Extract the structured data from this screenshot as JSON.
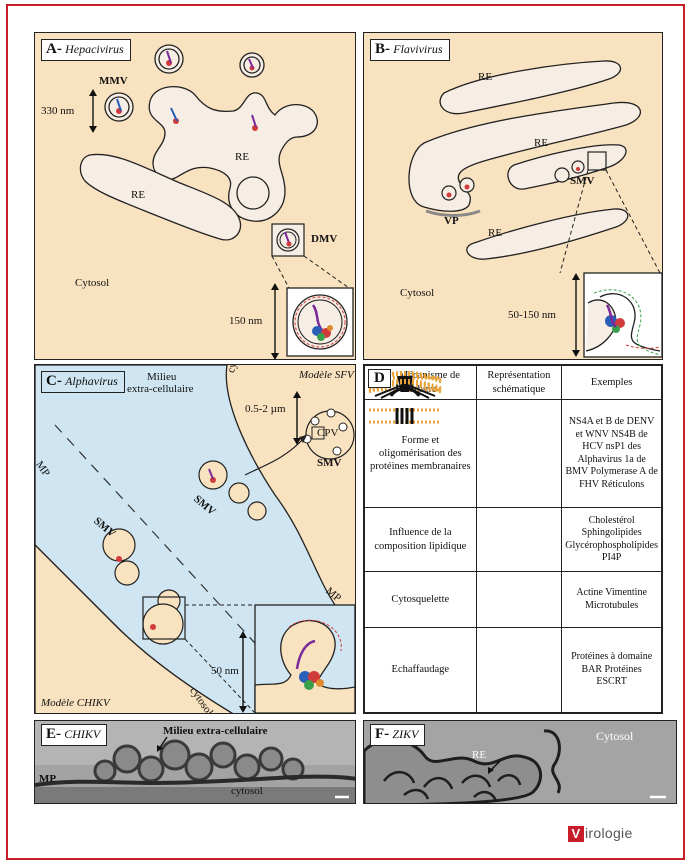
{
  "panel_a": {
    "letter": "A-",
    "virus": "Hepacivirus",
    "labels": {
      "mmv": "MMV",
      "size_330": "330 nm",
      "re1": "RE",
      "re2": "RE",
      "dmv": "DMV",
      "cytosol": "Cytosol",
      "size_150": "150 nm"
    }
  },
  "panel_b": {
    "letter": "B-",
    "virus": "Flavivirus",
    "labels": {
      "re1": "RE",
      "re2": "RE",
      "re3": "RE",
      "smv": "SMV",
      "vp": "VP",
      "cytosol": "Cytosol",
      "size_50_150": "50-150 nm"
    }
  },
  "panel_c": {
    "letter": "C-",
    "virus": "Alphavirus",
    "labels": {
      "milieu1": "Milieu",
      "milieu2": "extra-cellulaire",
      "cytosol_top": "cytosol",
      "modele_sfv": "Modèle SFV",
      "cpv": "CPV",
      "size_05_2": "0.5-2 µm",
      "smv_top": "SMV",
      "smv_mid": "SMV",
      "smv_low": "SMV",
      "mp_left": "MP",
      "mp_right": "MP",
      "size_50": "50 nm",
      "modele_chikv": "Modèle CHIKV",
      "cytosol_bottom": "cytosol"
    }
  },
  "panel_d": {
    "letter": "D",
    "headers": [
      "Mécanisme de courbure",
      "Représentation schématique",
      "Exemples"
    ],
    "rows": [
      {
        "mechanism": "Forme et oligomérisation des protéines membranaires",
        "examples": "NS4A et B de DENV et WNV NS4B de HCV nsP1 des Alphavirus 1a de BMV Polymerase A de FHV Réticulons"
      },
      {
        "mechanism": "Influence de la composition lipidique",
        "examples": "Cholestérol Sphingolipides Glycérophospholipides PI4P"
      },
      {
        "mechanism": "Cytosquelette",
        "examples": "Actine Vimentine Microtubules"
      },
      {
        "mechanism": "Echaffaudage",
        "examples": "Protéines à domaine BAR Protéines ESCRT"
      }
    ]
  },
  "panel_e": {
    "letter": "E-",
    "virus": "CHIKV",
    "labels": {
      "milieu": "Milieu extra-cellulaire",
      "mp": "MP",
      "cytosol": "cytosol"
    }
  },
  "panel_f": {
    "letter": "F-",
    "virus": "ZIKV",
    "labels": {
      "cytosol": "Cytosol",
      "re": "RE"
    }
  },
  "logo": {
    "letter": "V",
    "rest": "irologie"
  },
  "colors": {
    "beige": "#f9e2bf",
    "membrane_fill": "#f6ede4",
    "blue": "#cfe6f2",
    "border_red": "#c81e2a",
    "lipid": "#e8a33a"
  }
}
